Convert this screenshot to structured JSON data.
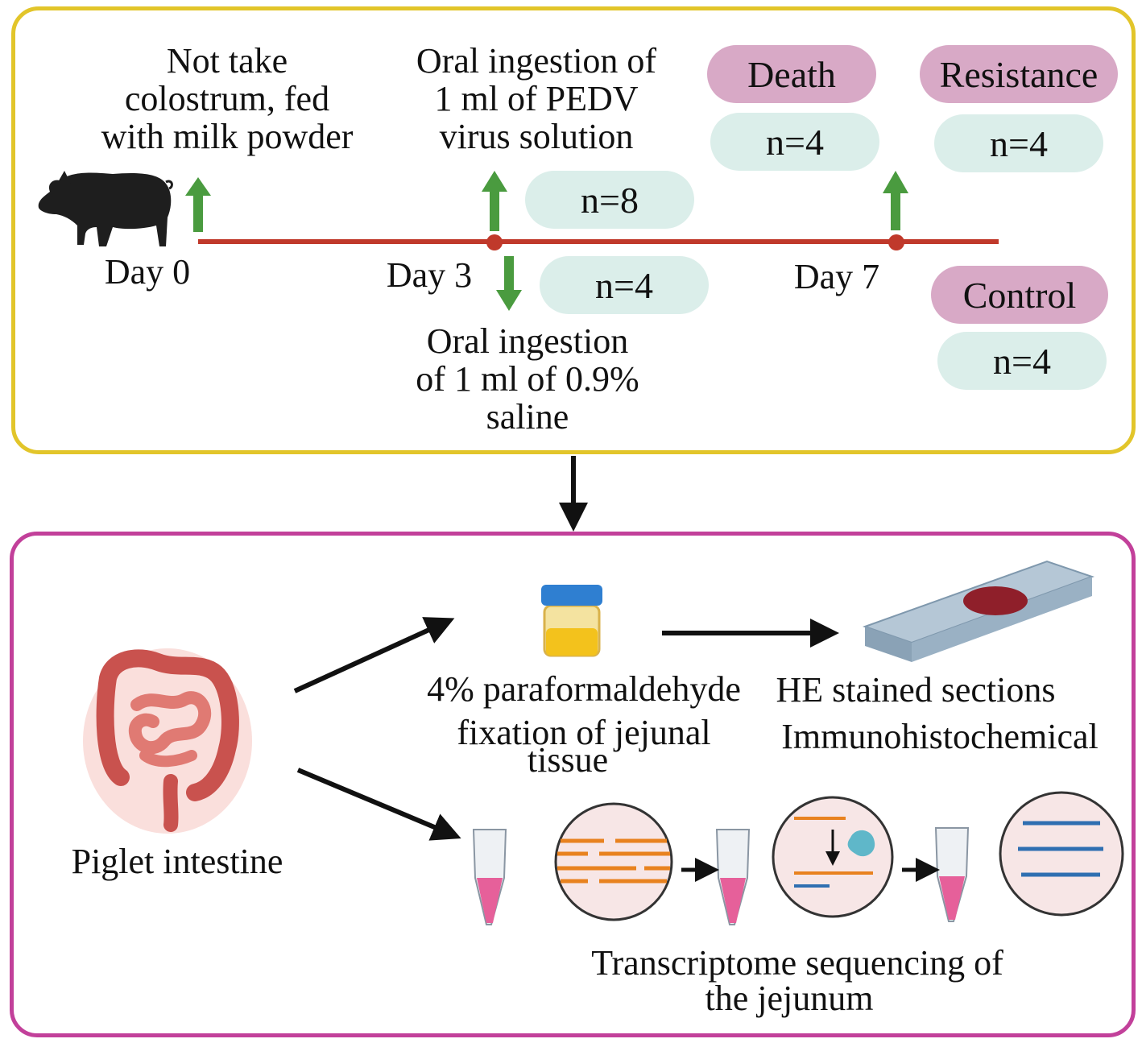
{
  "timeline": {
    "day0_label": "Day 0",
    "day3_label": "Day 3",
    "day7_label": "Day 7",
    "day0_note": [
      "Not take",
      "colostrum, fed",
      "with milk powder"
    ],
    "day3_top_note": [
      "Oral ingestion of",
      "1 ml of PEDV",
      "virus solution"
    ],
    "day3_bottom_note": [
      "Oral ingestion",
      "of 1 ml of 0.9%",
      "saline"
    ],
    "infected_count": "n=8",
    "saline_count": "n=4"
  },
  "outcomes": {
    "death_label": "Death",
    "death_count": "n=4",
    "resistance_label": "Resistance",
    "resistance_count": "n=4",
    "control_label": "Control",
    "control_count": "n=4"
  },
  "analysis": {
    "intestine_label": "Piglet intestine",
    "fixation_label": [
      "4% paraformaldehyde",
      "fixation of jejunal",
      "tissue"
    ],
    "stain_label": [
      "HE stained sections",
      "Immunohistochemical"
    ],
    "sequencing_label": [
      "Transcriptome sequencing of",
      "the jejunum"
    ]
  },
  "colors": {
    "top_border": "#e2c52a",
    "bottom_border": "#c2409a",
    "timeline": "#c0392b",
    "arrow_green": "#4a9b3f",
    "pill_pink": "#d8a9c6",
    "pill_mint": "#dbeeea"
  },
  "icons": [
    "pig-icon",
    "intestine-icon",
    "specimen-cup-icon",
    "glass-slide-icon",
    "tube-icon",
    "dna-fragment-icon",
    "enzyme-icon",
    "sequencing-icon"
  ]
}
